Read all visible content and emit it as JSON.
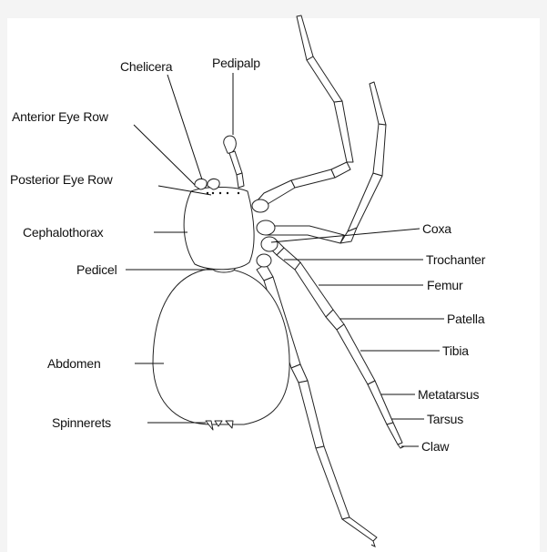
{
  "diagram": {
    "labels": {
      "chelicera": "Chelicera",
      "pedipalp": "Pedipalp",
      "anterior_eye_row": "Anterior Eye Row",
      "posterior_eye_row": "Posterior Eye Row",
      "cephalothorax": "Cephalothorax",
      "pedicel": "Pedicel",
      "abdomen": "Abdomen",
      "spinnerets": "Spinnerets",
      "coxa": "Coxa",
      "trochanter": "Trochanter",
      "femur": "Femur",
      "patella": "Patella",
      "tibia": "Tibia",
      "metatarsus": "Metatarsus",
      "tarsus": "Tarsus",
      "claw": "Claw"
    }
  }
}
